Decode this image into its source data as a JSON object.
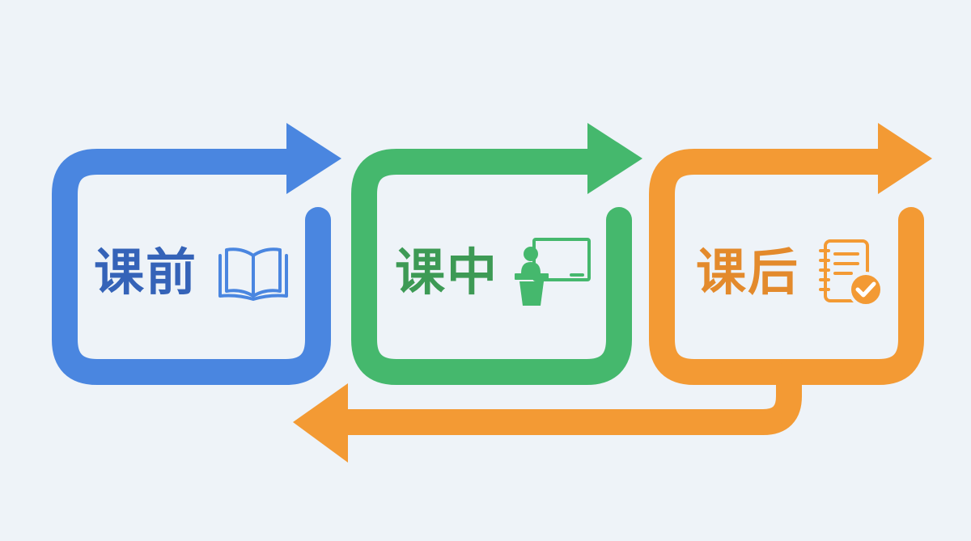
{
  "stages": [
    {
      "label": "课前",
      "icon": "open-book-icon",
      "color": "#4a86e0"
    },
    {
      "label": "课中",
      "icon": "teacher-podium-blackboard-icon",
      "color": "#45b86d"
    },
    {
      "label": "课后",
      "icon": "notebook-checkmark-icon",
      "color": "#f39a34"
    }
  ],
  "label_colors": [
    "#3563b8",
    "#3d9a55",
    "#e38a2c"
  ],
  "return_arrow": {
    "color": "#f39a34",
    "direction": "right-to-left"
  },
  "background": "#eef3f8"
}
